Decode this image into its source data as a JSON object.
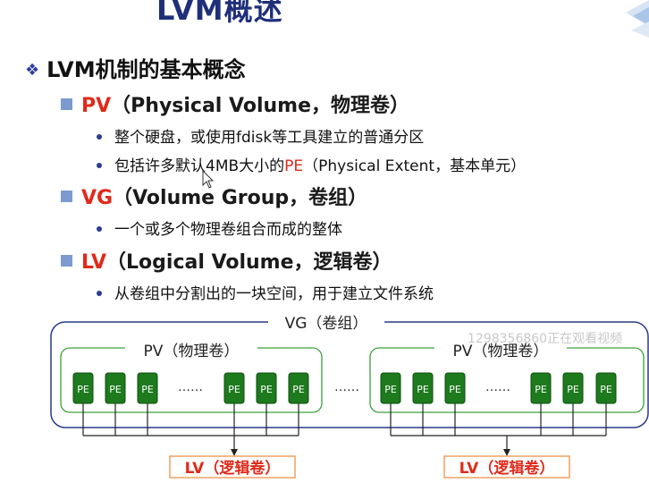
{
  "title": "LVM概述",
  "heading": "LVM机制的基本概念",
  "sections": [
    {
      "key": "PV",
      "rest": "（Physical Volume，物理卷）",
      "bullets": [
        {
          "text": "整个硬盘，或使用fdisk等工具建立的普通分区"
        },
        {
          "pre": "包括许多默认4MB大小的",
          "highlight": "PE",
          "post": "（Physical Extent，基本单元）"
        }
      ]
    },
    {
      "key": "VG",
      "rest": "（Volume Group，卷组）",
      "bullets": [
        {
          "text": "一个或多个物理卷组合而成的整体"
        }
      ]
    },
    {
      "key": "LV",
      "rest": "（Logical Volume，逻辑卷）",
      "bullets": [
        {
          "text": "从卷组中分割出的一块空间，用于建立文件系统"
        }
      ]
    }
  ],
  "diagram": {
    "vg_label": "VG（卷组）",
    "pv_label": "PV（物理卷）",
    "pe_label": "PE",
    "ellipsis": "……",
    "lv_label": "LV（逻辑卷）"
  },
  "watermark": "1298356860正在观看视频",
  "colors": {
    "title": "#1f2f7a",
    "red": "#e02a1a",
    "pe_fill": "#1d7a1d",
    "vg_border": "#2a3a8a",
    "pv_border": "#3aa03a",
    "lv_border": "#f0a060"
  }
}
